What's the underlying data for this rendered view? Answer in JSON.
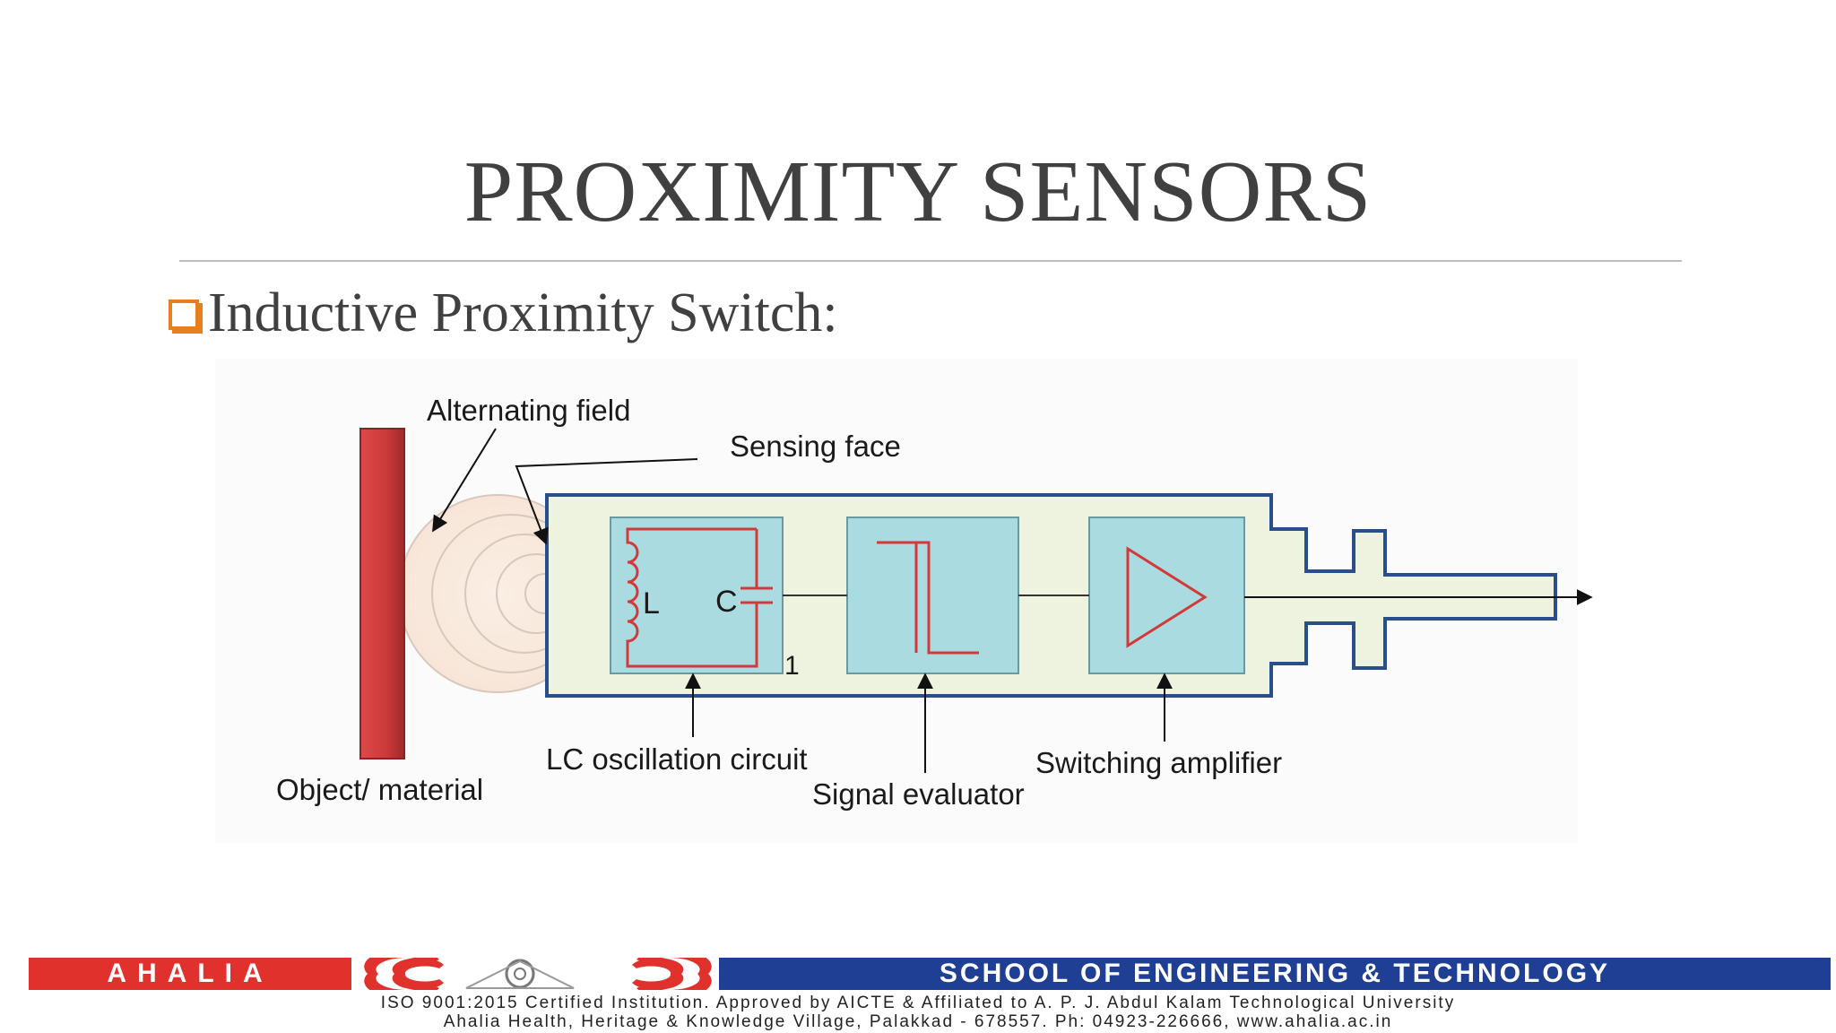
{
  "slide": {
    "title": "PROXIMITY SENSORS",
    "bullet": "Inductive Proximity Switch:"
  },
  "diagram": {
    "labels": {
      "alternating_field": "Alternating field",
      "sensing_face": "Sensing face",
      "object_material": "Object/ material",
      "lc_circuit": "LC oscillation circuit",
      "signal_evaluator": "Signal evaluator",
      "switching_amplifier": "Switching amplifier",
      "inductor": "L",
      "capacitor": "C",
      "node_one": "1"
    },
    "colors": {
      "object_fill": "#c93a3a",
      "housing_fill": "#eef3e0",
      "housing_stroke": "#2a4d8c",
      "block_fill": "#a9dbe0",
      "block_stroke": "#6a9aa0",
      "symbol_stroke": "#d23a3a"
    }
  },
  "footer": {
    "brand_left": "AHALIA",
    "brand_right": "SCHOOL OF ENGINEERING & TECHNOLOGY",
    "line1": "ISO 9001:2015 Certified Institution.  Approved by AICTE & Affiliated to A. P. J. Abdul Kalam Technological University",
    "line2": "Ahalia Health, Heritage & Knowledge Village, Palakkad - 678557.  Ph: 04923-226666,  www.ahalia.ac.in",
    "colors": {
      "red": "#e0312d",
      "blue": "#1f3f94"
    }
  }
}
